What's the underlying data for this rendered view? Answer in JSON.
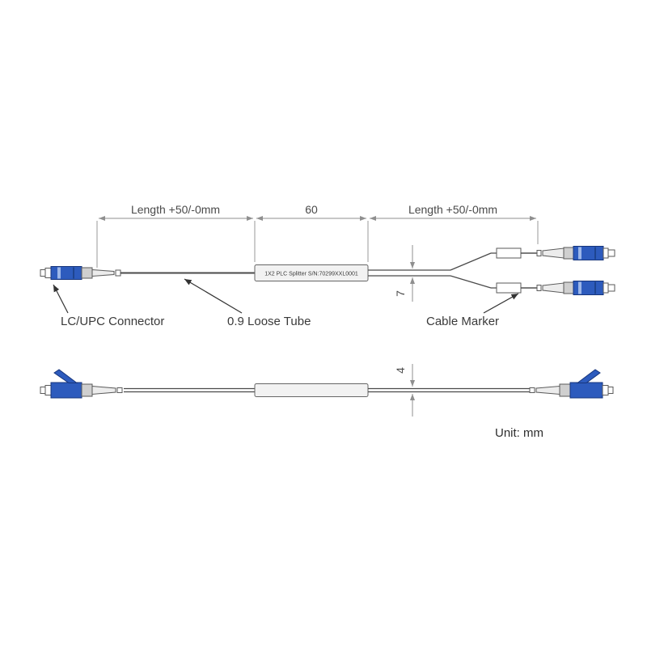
{
  "diagram": {
    "title": "1x2 fiber optic splitter mechanical drawing",
    "dimensions": {
      "left_length": "Length +50/-0mm",
      "body_length": "60",
      "right_length": "Length +50/-0mm",
      "fanout_spacing": "7",
      "cable_diameter": "4"
    },
    "annotations": {
      "connector_label": "LC/UPC Connector",
      "tube_label": "0.9 Loose Tube",
      "marker_label": "Cable Marker",
      "unit_note": "Unit: mm",
      "splitter_body_text": "1X2 PLC Splitter   S/N:70299XXL0001"
    },
    "colors": {
      "connector_blue": "#2d5bbd",
      "line_gray": "#4a4a4a",
      "dimension_gray": "#8f8f8f",
      "body_fill": "#f2f2f2",
      "background": "#ffffff"
    }
  }
}
